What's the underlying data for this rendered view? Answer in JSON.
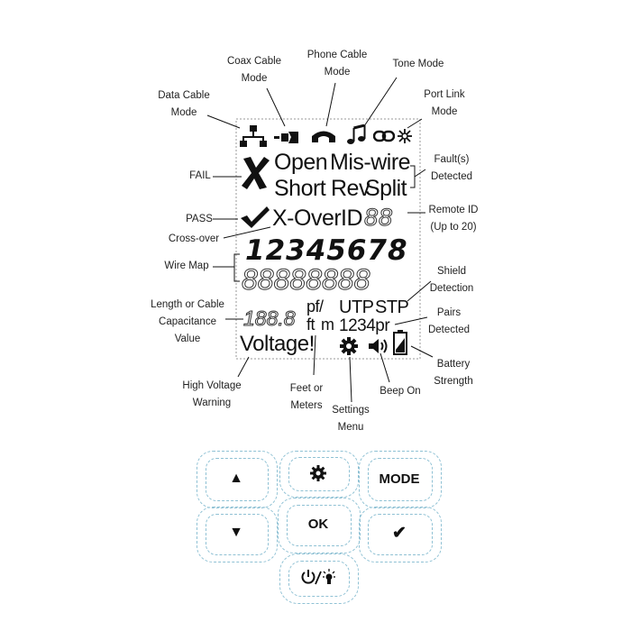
{
  "callouts": {
    "data_cable_mode": [
      "Data Cable",
      "Mode"
    ],
    "coax_cable_mode": [
      "Coax Cable",
      "Mode"
    ],
    "phone_cable_mode": [
      "Phone Cable",
      "Mode"
    ],
    "tone_mode": [
      "Tone Mode"
    ],
    "port_link_mode": [
      "Port Link",
      "Mode"
    ],
    "fail": [
      "FAIL"
    ],
    "faults_detected": [
      "Fault(s)",
      "Detected"
    ],
    "pass": [
      "PASS"
    ],
    "cross_over": [
      "Cross-over"
    ],
    "remote_id": [
      "Remote ID",
      "(Up to 20)"
    ],
    "wire_map": [
      "Wire Map"
    ],
    "shield_detection": [
      "Shield",
      "Detection"
    ],
    "length_capacitance": [
      "Length or Cable",
      "Capacitance",
      "Value"
    ],
    "pairs_detected": [
      "Pairs",
      "Detected"
    ],
    "high_voltage_warning": [
      "High Voltage",
      "Warning"
    ],
    "feet_or_meters": [
      "Feet or",
      "Meters"
    ],
    "settings_menu": [
      "Settings",
      "Menu"
    ],
    "beep_on": [
      "Beep On"
    ],
    "battery_strength": [
      "Battery",
      "Strength"
    ]
  },
  "lcd": {
    "open": "Open",
    "miswire": "Mis-wire",
    "short": "Short",
    "rev": "Rev",
    "split": "Split",
    "xover": "X-Over",
    "id": "ID",
    "id_digits": "88",
    "wire_map_top": "12345678",
    "wire_map_bottom": "88888888",
    "length_digits": "188.8",
    "pf": "pf/",
    "ft": "ft",
    "m": "m",
    "utp": "UTP",
    "stp": "STP",
    "pairs": "1234pr",
    "voltage": "Voltage!"
  },
  "keys": {
    "up": "▲",
    "down": "▼",
    "mode": "MODE",
    "ok": "OK",
    "check": "✔"
  },
  "colors": {
    "ink": "#111111",
    "lcd_border": "#888888",
    "key_outline": "#8fc1d4"
  }
}
